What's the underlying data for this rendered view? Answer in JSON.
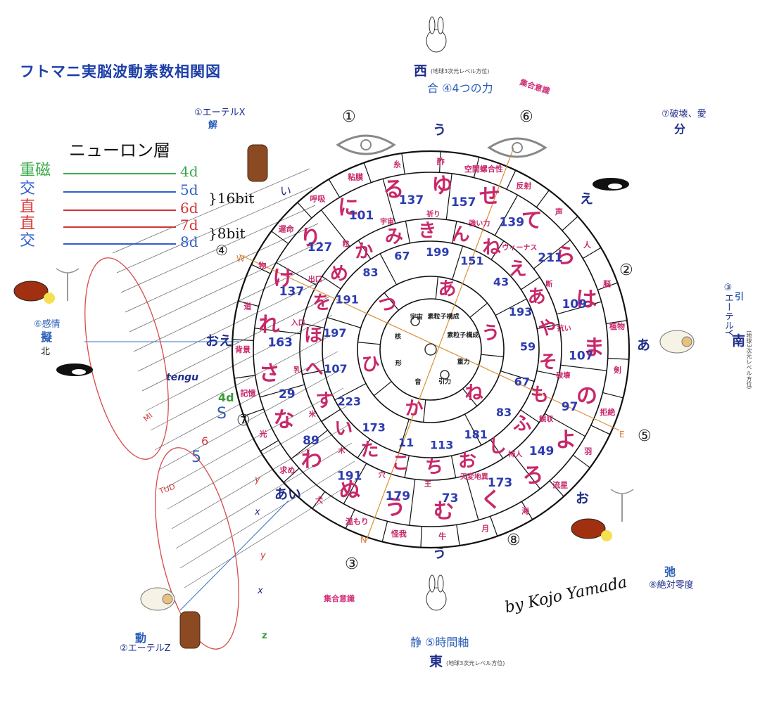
{
  "title": "フトマニ実脳波動素数相関図",
  "directions": {
    "west": "西",
    "west_note": "(地球3次元レベル方位)",
    "west_power": "合 ④4つの力",
    "east": "東",
    "east_note": "(地球3次元レベル方位)",
    "east_time": "静 ⑤時間軸",
    "south": "南",
    "south_note": "(地球3次元レベル方位)",
    "north_label": "⑥感情",
    "north_kanji": "擬",
    "north": "北"
  },
  "corner_labels": {
    "ether_x": "①エーテルX",
    "ether_x_kanji": "解",
    "destroy_love": "⑦破壊、愛",
    "destroy_kanji": "分",
    "ether_y": "③エーテルY",
    "ether_y_kanji": "引",
    "ether_z": "②エーテルZ",
    "ether_z_kanji": "動",
    "absolute_zero": "⑧絶対零度",
    "absolute_kanji": "弛"
  },
  "collective": [
    "集合意識",
    "集合意識"
  ],
  "circled_numbers": [
    "①",
    "②",
    "③",
    "④",
    "⑤",
    "⑥",
    "⑦",
    "⑧"
  ],
  "neuron": {
    "header": "ニューロン層",
    "rows": [
      {
        "label": "重磁",
        "dim": "4d",
        "color": "#3aaa4a"
      },
      {
        "label": "交",
        "dim": "5d",
        "color": "#2f5fd0"
      },
      {
        "label": "直",
        "dim": "6d",
        "color": "#d43333"
      },
      {
        "label": "直",
        "dim": "7d",
        "color": "#d43333"
      },
      {
        "label": "交",
        "dim": "8d",
        "color": "#2f5fd0"
      }
    ],
    "bits16": "}16bit",
    "bits8": "}8bit"
  },
  "side_labels": {
    "tengu": "tengu",
    "four_d": "4d",
    "s": "S",
    "six": "6",
    "five": "5",
    "tud": "TUD",
    "mi": "MI",
    "y1": "y",
    "x1": "x",
    "y2": "y",
    "x2": "x",
    "z": "z",
    "w": "W",
    "n": "N",
    "e": "E"
  },
  "edge_kana": {
    "top": "う",
    "bottom": "う",
    "right": "あ",
    "left": "おえ",
    "lower_left": "あい",
    "upper_right": "え",
    "lower_right": "お",
    "upper_left": "い"
  },
  "outer_ring": {
    "kana": [
      "る",
      "ゆ",
      "せ",
      "て",
      "ら",
      "は",
      "ま",
      "の",
      "よ",
      "ろ",
      "く",
      "む",
      "う",
      "ぬ",
      "わ",
      "な",
      "さ",
      "れ",
      "け",
      "り",
      "に"
    ],
    "numbers": [
      "137",
      "157",
      "139",
      "211",
      "109",
      "107",
      "97",
      "149",
      "173",
      "73",
      "179",
      "191",
      "89",
      "29",
      "163",
      "137",
      "127",
      "101"
    ],
    "labels": [
      "糸",
      "酢",
      "空間螺合性",
      "反射",
      "声",
      "人",
      "脳",
      "植物",
      "剣",
      "拒絶",
      "羽",
      "流星",
      "海",
      "月",
      "牛",
      "怪我",
      "温もり",
      "犬",
      "求め",
      "光",
      "記憶",
      "背景",
      "道",
      "物",
      "遅命",
      "呼吸",
      "粘膜"
    ]
  },
  "middle_ring": {
    "kana": [
      "き",
      "ん",
      "ね",
      "え",
      "あ",
      "や",
      "そ",
      "も",
      "ふ",
      "し",
      "お",
      "ち",
      "こ",
      "た",
      "い",
      "す",
      "へ",
      "ほ",
      "を",
      "め",
      "か",
      "み"
    ],
    "numbers": [
      "199",
      "151",
      "43",
      "193",
      "59",
      "67",
      "83",
      "181",
      "113",
      "11",
      "173",
      "223",
      "107",
      "197",
      "191",
      "83",
      "67"
    ],
    "labels": [
      "祈り",
      "強い力",
      "ヴィーナス",
      "断",
      "抗い",
      "破壊",
      "観収",
      "柿人",
      "天変地異",
      "王",
      "穴",
      "木",
      "米",
      "乳",
      "入口",
      "出口",
      "粒",
      "宇宙"
    ]
  },
  "inner_ring": {
    "kana": [
      "あ",
      "う",
      "ね",
      "か",
      "ひ",
      "つ"
    ],
    "labels": [
      "素粒子構成",
      "素粒子構成",
      "重力",
      "引力",
      "音",
      "形",
      "核",
      "宇宙"
    ]
  },
  "signature": "by Kojo Yamada"
}
